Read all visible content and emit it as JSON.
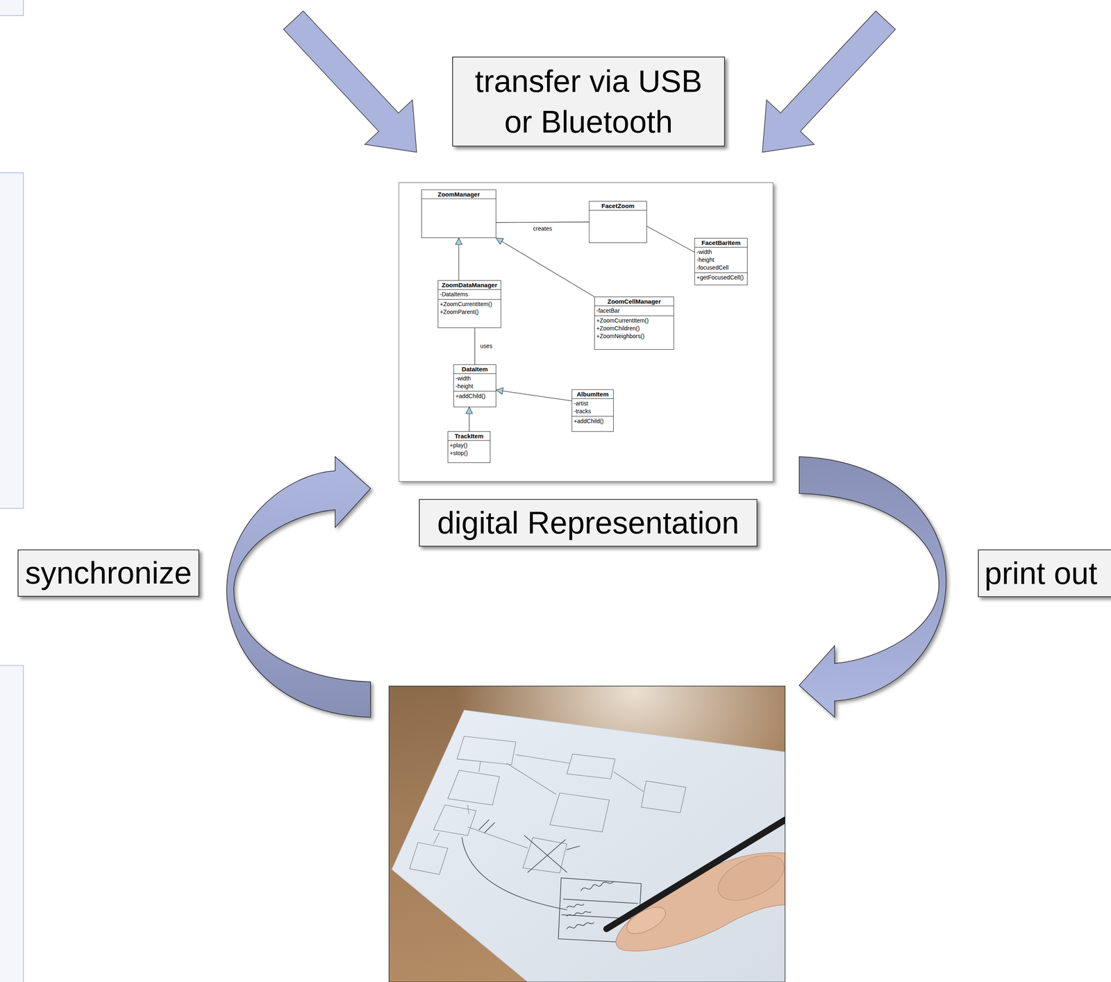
{
  "diagram": {
    "nodes": [
      {
        "text": [
          "transfer via USB or Bluetooth"
        ]
      },
      {
        "text": [
          "ZoomManager"
        ]
      },
      {
        "text": [
          "FacetZoom"
        ]
      },
      {
        "text": [
          "FacetBarItem",
          "-width",
          "-height",
          "-focusedCell",
          "+getFocusedCell()"
        ]
      },
      {
        "text": [
          "ZoomDataManager",
          "-DataItems",
          "+ZoomCurrentItem()",
          "+ZoomParent()"
        ]
      },
      {
        "text": [
          "ZoomCellManager",
          "-facetBar",
          "+ZoomCurrentItem()",
          "+ZoomChildren()",
          "+ZoomNeighbors()"
        ]
      },
      {
        "text": [
          "DataItem",
          "-width",
          "-height",
          "+addChild()"
        ]
      },
      {
        "text": [
          "AlbumItem",
          "-artist",
          "-tracks",
          "+addChild()"
        ]
      },
      {
        "text": [
          "TrackItem",
          "+play()",
          "+stop()"
        ]
      },
      {
        "text": [
          "digital Representation"
        ]
      },
      {
        "text": [
          "synchronize"
        ]
      },
      {
        "text": [
          "print out"
        ]
      }
    ],
    "edges": [
      {
        "from": 1,
        "to": 2,
        "arrow": "none",
        "label": "creates"
      },
      {
        "from": 2,
        "to": 3,
        "arrow": "none"
      },
      {
        "from": 4,
        "to": 1,
        "arrow": "to"
      },
      {
        "from": 5,
        "to": 1,
        "arrow": "to"
      },
      {
        "from": 4,
        "to": 6,
        "arrow": "none",
        "label": "uses"
      },
      {
        "from": 7,
        "to": 6,
        "arrow": "to"
      },
      {
        "from": 8,
        "to": 6,
        "arrow": "to"
      }
    ]
  }
}
